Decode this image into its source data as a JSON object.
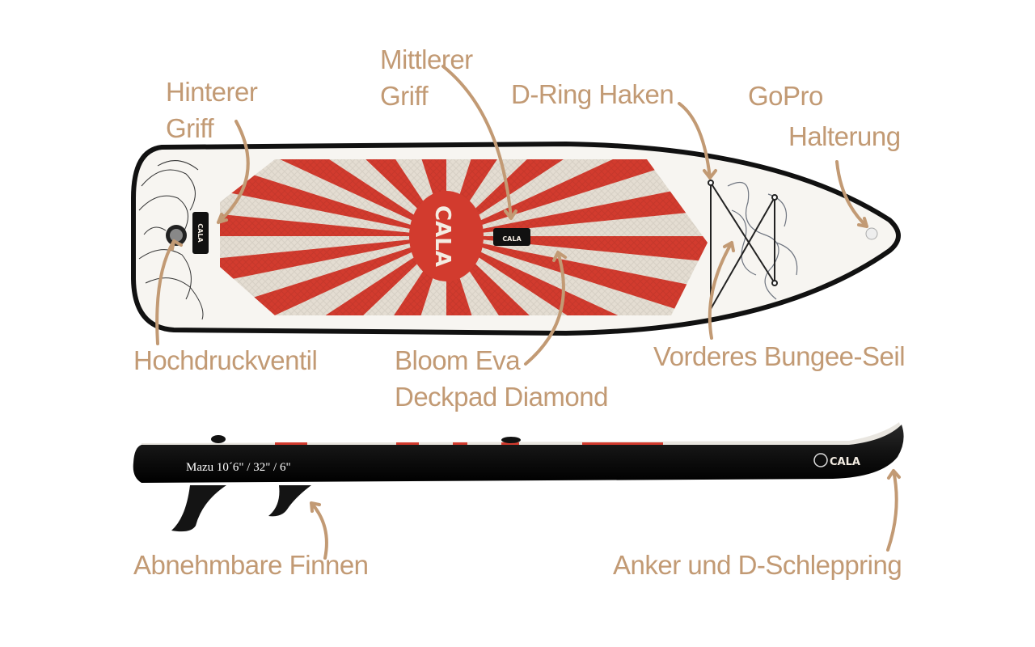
{
  "labels": {
    "rear_handle": [
      "Hinterer",
      "Griff"
    ],
    "middle_handle": [
      "Mittlerer",
      "Griff"
    ],
    "d_ring": "D-Ring Haken",
    "gopro": [
      "GoPro",
      "Halterung"
    ],
    "valve": "Hochdruckventil",
    "deckpad": [
      "Bloom Eva",
      "Deckpad Diamond"
    ],
    "bungee": "Vorderes Bungee-Seil",
    "fins": "Abnehmbare Finnen",
    "anchor": "Anker und D-Schleppring"
  },
  "board": {
    "brand": "CALA",
    "spec": "Mazu 10´6\" / 32\" / 6\""
  },
  "colors": {
    "annotation": "#c29a74",
    "sun_red": "#d23b2e",
    "deck_grey": "#e4ddd2",
    "rail_black": "#151515"
  }
}
